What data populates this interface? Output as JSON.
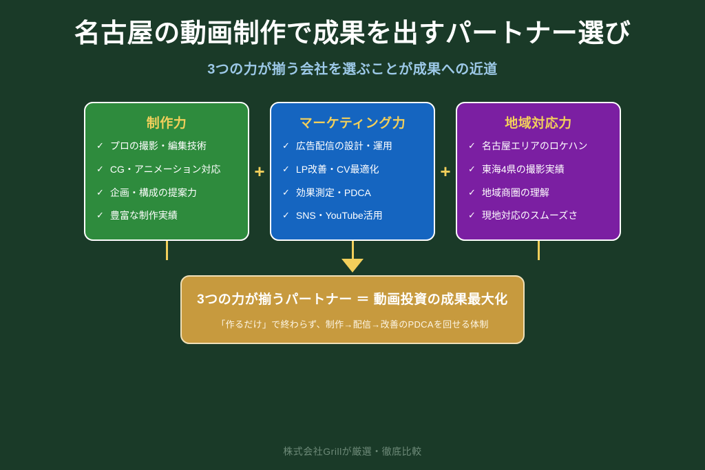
{
  "header": {
    "title": "名古屋の動画制作で成果を出すパートナー選び",
    "subtitle": "3つの力が揃う会社を選ぶことが成果への近道"
  },
  "colors": {
    "background": "#1a3a28",
    "accent_gold": "#f2cf5b",
    "subtitle_blue": "#9dc9e8",
    "card_green": "#2e8b3d",
    "card_blue": "#1565c0",
    "card_purple": "#7b1fa2",
    "summary_gold": "#c79a3e"
  },
  "pillars": [
    {
      "title": "制作力",
      "color": "#2e8b3d",
      "items": [
        "プロの撮影・編集技術",
        "CG・アニメーション対応",
        "企画・構成の提案力",
        "豊富な制作実績"
      ]
    },
    {
      "title": "マーケティング力",
      "color": "#1565c0",
      "items": [
        "広告配信の設計・運用",
        "LP改善・CV最適化",
        "効果測定・PDCA",
        "SNS・YouTube活用"
      ]
    },
    {
      "title": "地域対応力",
      "color": "#7b1fa2",
      "items": [
        "名古屋エリアのロケハン",
        "東海4県の撮影実績",
        "地域商圏の理解",
        "現地対応のスムーズさ"
      ]
    }
  ],
  "separators": {
    "plus_label": "+"
  },
  "check_glyph": "✓",
  "summary": {
    "headline": "3つの力が揃うパートナー ＝ 動画投資の成果最大化",
    "detail": "「作るだけ」で終わらず、制作→配信→改善のPDCAを回せる体制"
  },
  "footer": {
    "text": "株式会社Grillが厳選・徹底比較"
  }
}
